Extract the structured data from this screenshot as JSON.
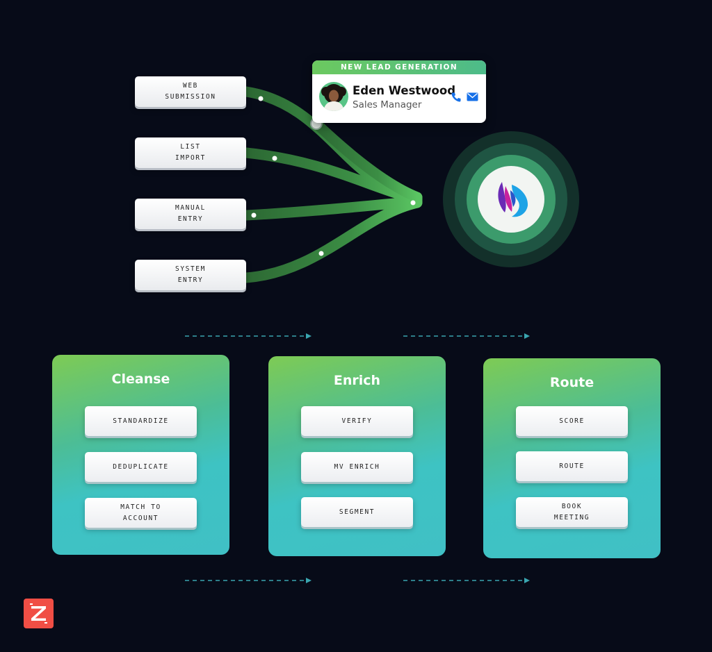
{
  "lead_card": {
    "header": "NEW LEAD GENERATION",
    "name": "Eden Westwood",
    "role": "Sales Manager",
    "icons": [
      "phone-icon",
      "mail-icon"
    ]
  },
  "sources": [
    {
      "label": "WEB\nSUBMISSION"
    },
    {
      "label": "LIST\nIMPORT"
    },
    {
      "label": "MANUAL\nENTRY"
    },
    {
      "label": "SYSTEM\nENTRY"
    }
  ],
  "hub": {
    "icon": "phoenix-logo-icon"
  },
  "stages": [
    {
      "title": "Cleanse",
      "steps": [
        "STANDARDIZE",
        "DEDUPLICATE",
        "MATCH TO\nACCOUNT"
      ]
    },
    {
      "title": "Enrich",
      "steps": [
        "VERIFY",
        "MV ENRICH",
        "SEGMENT"
      ]
    },
    {
      "title": "Route",
      "steps": [
        "SCORE",
        "ROUTE",
        "BOOK\nMEETING"
      ]
    }
  ],
  "colors": {
    "background": "#070b18",
    "flow_green": "#3d8c45",
    "accent_green": "#6cc95f",
    "accent_teal": "#40c0c5",
    "arrow_teal": "#3aa6b0",
    "brand_red": "#f04e45",
    "action_blue": "#1670e8"
  },
  "brand": {
    "icon": "zoominfo-z-logo-icon"
  }
}
